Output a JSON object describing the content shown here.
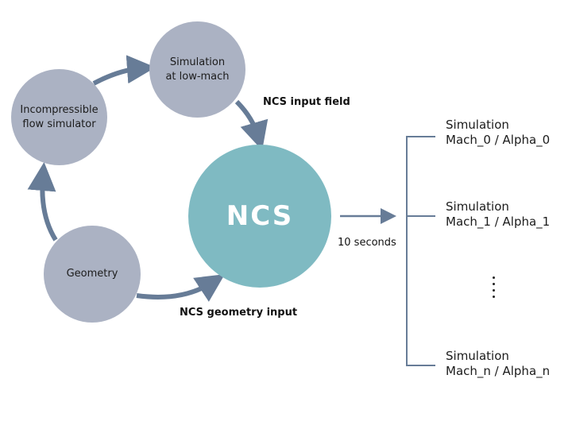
{
  "colors": {
    "node_gray": "#abb2c3",
    "node_teal": "#7fbac2",
    "arrow": "#677c97"
  },
  "nodes": {
    "simulation_low_mach": "Simulation\nat low-mach",
    "incompressible": "Incompressible\nflow simulator",
    "geometry": "Geometry",
    "ncs": "NCS"
  },
  "labels": {
    "ncs_input_field": "NCS input field",
    "ncs_geometry_input": "NCS geometry input",
    "duration": "10 seconds"
  },
  "outputs": [
    {
      "line1": "Simulation",
      "line2": "Mach_0 / Alpha_0"
    },
    {
      "line1": "Simulation",
      "line2": "Mach_1 / Alpha_1"
    },
    {
      "line1": "Simulation",
      "line2": "Mach_n / Alpha_n"
    }
  ],
  "ellipsis_icon": "vertical-ellipsis"
}
